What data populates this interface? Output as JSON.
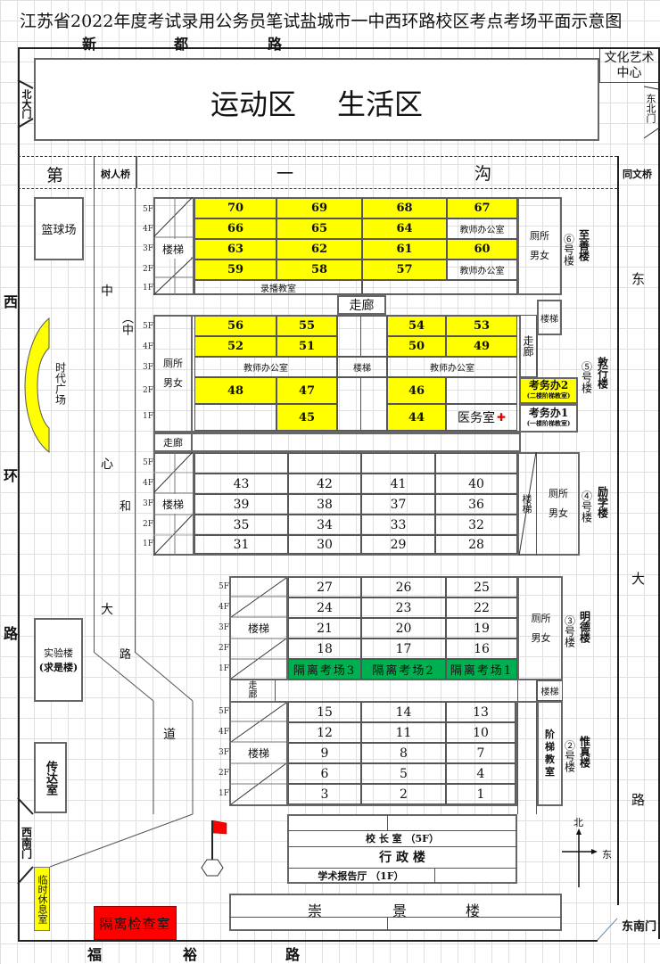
{
  "title": "江苏省2022年度考试录用公务员笔试盐城市一中西环路校区考点考场平面示意图",
  "roads": {
    "north": [
      "新",
      "都",
      "路"
    ],
    "south": [
      "福",
      "裕",
      "路"
    ],
    "west": [
      "西",
      "环",
      "路"
    ],
    "east": [
      "东",
      "大",
      "路"
    ],
    "center": [
      "中",
      "心",
      "和",
      "大",
      "路",
      "道"
    ],
    "center_paren": "（中",
    "ditch": [
      "第",
      "一",
      "沟"
    ]
  },
  "gates": {
    "north": "北大门",
    "northeast": "东北门",
    "southwest": "西南门",
    "southeast": "东南门"
  },
  "zones": {
    "sports_life_1": "运动区",
    "sports_life_2": "生活区",
    "culture_center": "文化艺术中心",
    "bridge_west": "树人桥",
    "bridge_east": "同文桥",
    "basketball": "篮球场",
    "plaza": "时代广场",
    "lab": "实验楼",
    "lab_sub": "(求是楼)",
    "guard": "传达室",
    "rest_room": "临时休息室",
    "isolation_check": "隔离检查室"
  },
  "common": {
    "stairs": "楼梯",
    "toilet_1": "厕所",
    "toilet_2": "男女",
    "corridor": "走廊",
    "teacher_office": "教师办公室",
    "recording": "录播教室",
    "medical": "医务室",
    "exam_office_2": "考务办2",
    "exam_office_2_sub": "(二楼阶梯教室)",
    "exam_office_1": "考务办1",
    "exam_office_1_sub": "(一楼阶梯教室)",
    "lecture_room": "阶梯教室"
  },
  "floors": [
    "5F",
    "4F",
    "3F",
    "2F",
    "1F"
  ],
  "buildings": {
    "b6": {
      "num": "⑥号楼",
      "name": "至善楼",
      "rows": [
        [
          "70",
          "69",
          "68",
          "67"
        ],
        [
          "66",
          "65",
          "64",
          "教师办公室"
        ],
        [
          "63",
          "62",
          "61",
          "60"
        ],
        [
          "59",
          "58",
          "57",
          "教师办公室"
        ]
      ]
    },
    "b5": {
      "num": "⑤号楼",
      "name": "敦行楼",
      "rows": [
        [
          "56",
          "55",
          "54",
          "53"
        ],
        [
          "52",
          "51",
          "50",
          "49"
        ],
        [
          "48",
          "47",
          "46"
        ],
        [
          "45",
          "44"
        ]
      ]
    },
    "b4": {
      "num": "④号楼",
      "name": "励学楼",
      "rows": [
        [
          "43",
          "42",
          "41",
          "40"
        ],
        [
          "39",
          "38",
          "37",
          "36"
        ],
        [
          "35",
          "34",
          "33",
          "32"
        ],
        [
          "31",
          "30",
          "29",
          "28"
        ]
      ]
    },
    "b3": {
      "num": "③号楼",
      "name": "明德楼",
      "rows": [
        [
          "27",
          "26",
          "25"
        ],
        [
          "24",
          "23",
          "22"
        ],
        [
          "21",
          "20",
          "19"
        ],
        [
          "18",
          "17",
          "16"
        ]
      ],
      "iso": [
        "隔离考场3",
        "隔离考场2",
        "隔离考场1"
      ]
    },
    "b2": {
      "num": "②号楼",
      "name": "惟真楼",
      "rows": [
        [
          "15",
          "14",
          "13"
        ],
        [
          "12",
          "11",
          "10"
        ],
        [
          "9",
          "8",
          "7"
        ],
        [
          "6",
          "5",
          "4"
        ],
        [
          "3",
          "2",
          "1"
        ]
      ]
    }
  },
  "admin": {
    "principal": "校  长  室  （5F）",
    "name": "行    政    楼",
    "hall": "学术报告厅 （1F）"
  },
  "chongjing": [
    "崇",
    "景",
    "楼"
  ],
  "compass": {
    "north": "北",
    "east": "东"
  },
  "colors": {
    "exam_room": "#ffff00",
    "isolation_room": "#00b050",
    "isolation_check": "#ff0000",
    "flag": "#ff0000",
    "medical_cross": "#e00000"
  }
}
